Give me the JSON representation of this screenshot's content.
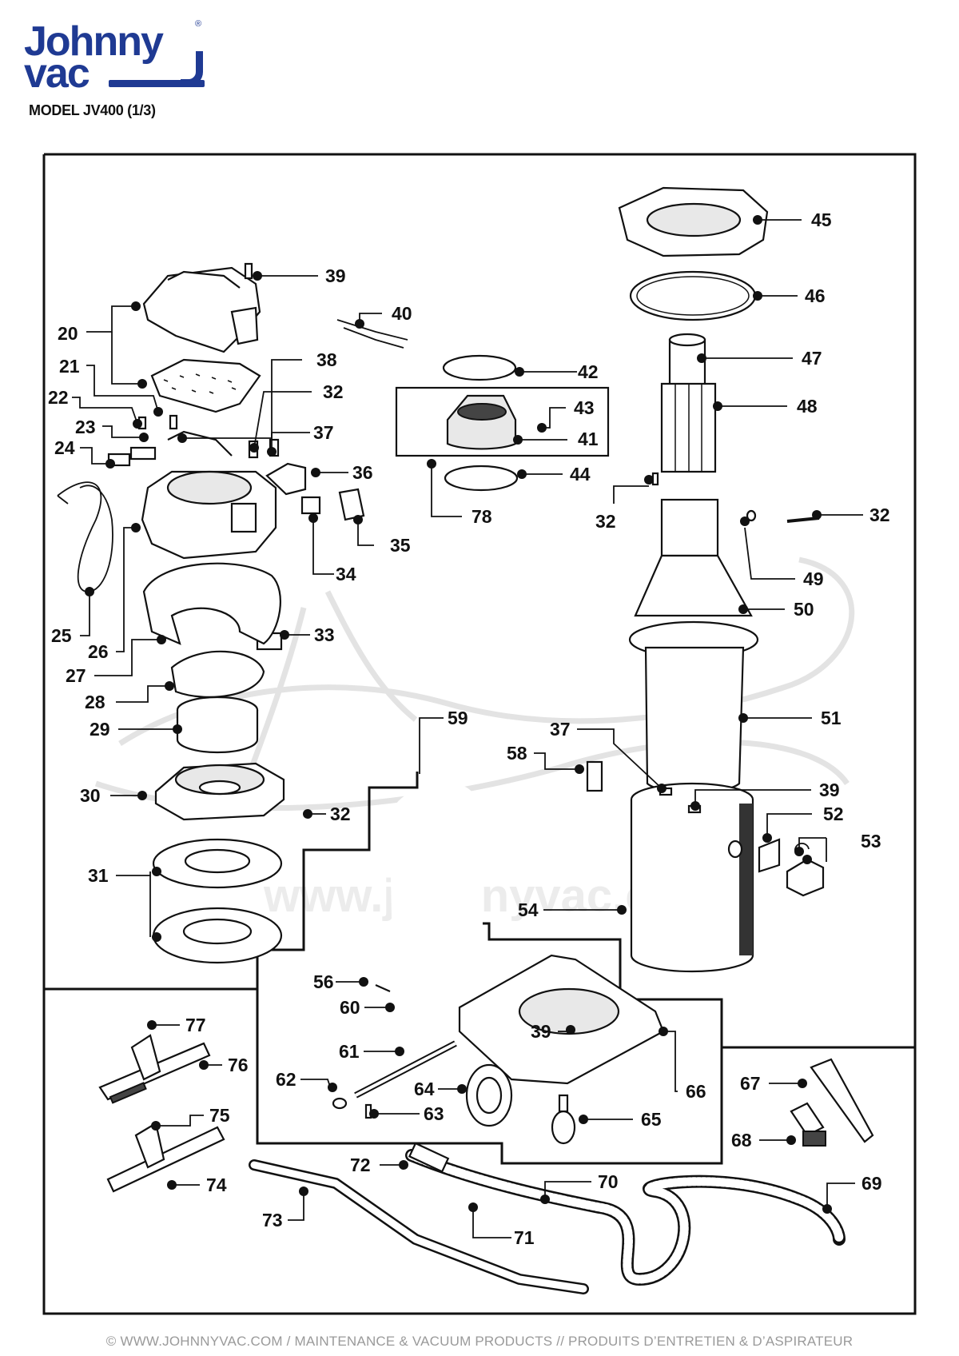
{
  "header": {
    "brand_line1": "Johnny",
    "brand_line2": "vac",
    "registered_mark": "®",
    "model_title": "MODEL JV400 (1/3)"
  },
  "watermark": {
    "url_text": "www.johnnyvac.com"
  },
  "footer": {
    "text": "© WWW.JOHNNYVAC.COM / MAINTENANCE & VACUUM PRODUCTS  //  PRODUITS D’ENTRETIEN & D’ASPIRATEUR"
  },
  "callouts": {
    "c20": "20",
    "c21": "21",
    "c22": "22",
    "c23": "23",
    "c24": "24",
    "c25": "25",
    "c26": "26",
    "c27": "27",
    "c28": "28",
    "c29": "29",
    "c30": "30",
    "c31": "31",
    "c32a": "32",
    "c32b": "32",
    "c32c": "32",
    "c32d": "32",
    "c33": "33",
    "c34": "34",
    "c35": "35",
    "c36": "36",
    "c37a": "37",
    "c37b": "37",
    "c38": "38",
    "c39a": "39",
    "c39b": "39",
    "c39c": "39",
    "c40": "40",
    "c41": "41",
    "c42": "42",
    "c43": "43",
    "c44": "44",
    "c45": "45",
    "c46": "46",
    "c47": "47",
    "c48": "48",
    "c49": "49",
    "c50": "50",
    "c51": "51",
    "c52": "52",
    "c53": "53",
    "c54": "54",
    "c56": "56",
    "c58": "58",
    "c59": "59",
    "c60": "60",
    "c61": "61",
    "c62": "62",
    "c63": "63",
    "c64": "64",
    "c65": "65",
    "c66": "66",
    "c67": "67",
    "c68": "68",
    "c69": "69",
    "c70": "70",
    "c71": "71",
    "c72": "72",
    "c73": "73",
    "c74": "74",
    "c75": "75",
    "c76": "76",
    "c77": "77",
    "c78": "78"
  }
}
